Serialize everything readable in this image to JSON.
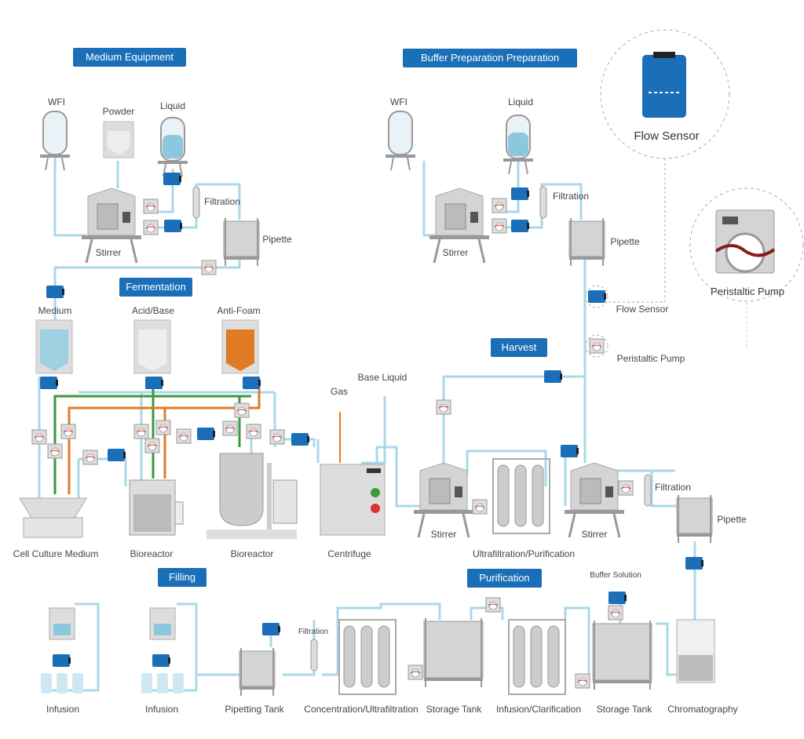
{
  "sections": {
    "medium_equipment": "Medium Equipment",
    "buffer_preparation": "Buffer Preparation Preparation",
    "fermentation": "Fermentation",
    "harvest": "Harvest",
    "filling": "Filling",
    "purification": "Purification"
  },
  "labels": {
    "wfi_1": "WFI",
    "powder": "Powder",
    "liquid_1": "Liquid",
    "filtration_1": "Filtration",
    "pipette_1": "Pipette",
    "stirrer_1": "Stirrer",
    "wfi_2": "WFI",
    "liquid_2": "Liquid",
    "filtration_2": "Filtration",
    "pipette_2": "Pipette",
    "stirrer_2": "Stirrer",
    "medium": "Medium",
    "acid_base": "Acid/Base",
    "anti_foam": "Anti-Foam",
    "gas": "Gas",
    "base_liquid": "Base Liquid",
    "cell_culture_medium": "Cell Culture Medium",
    "bioreactor_1": "Bioreactor",
    "bioreactor_2": "Bioreactor",
    "centrifuge": "Centrifuge",
    "stirrer_3": "Stirrer",
    "ultrafiltration_purification": "Ultrafiltration/Purification",
    "stirrer_4": "Stirrer",
    "filtration_3": "Filtration",
    "pipette_3": "Pipette",
    "flow_sensor_small": "Flow Sensor",
    "peristaltic_pump_small": "Peristaltic Pump",
    "buffer_solution": "Buffer Solution",
    "filtration_4": "Filtration",
    "infusion_1": "Infusion",
    "infusion_2": "Infusion",
    "pipetting_tank": "Pipetting Tank",
    "concentration_ultrafiltration": "Concentration/Ultrafiltration",
    "storage_tank_1": "Storage Tank",
    "infusion_clarification": "Infusion/Clarification",
    "storage_tank_2": "Storage Tank",
    "chromatography": "Chromatography"
  },
  "legend": {
    "flow_sensor": "Flow Sensor",
    "peristaltic_pump": "Peristaltic Pump"
  },
  "colors": {
    "section_header": "#1a6fb8",
    "pipe": "#a9d8ea",
    "green_line": "#3a9a3a",
    "orange_line": "#e07b24",
    "sensor": "#1a6fb8",
    "equipment": "#d4d4d4"
  }
}
